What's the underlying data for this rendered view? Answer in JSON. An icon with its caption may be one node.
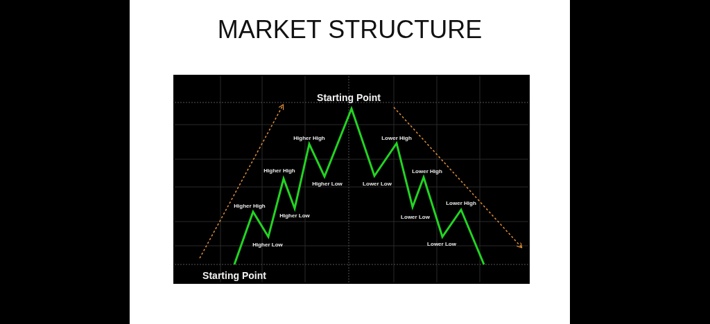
{
  "diagram": {
    "title": "MARKET STRUCTURE",
    "labels": [
      "Starting Point",
      "Higher High",
      "Higher Low",
      "Higher High",
      "Higher Low",
      "Higher High",
      "Higher Low",
      "Starting Point",
      "Lower Low",
      "Lower High",
      "Lower Low",
      "Lower High",
      "Lower Low",
      "Lower High"
    ]
  }
}
